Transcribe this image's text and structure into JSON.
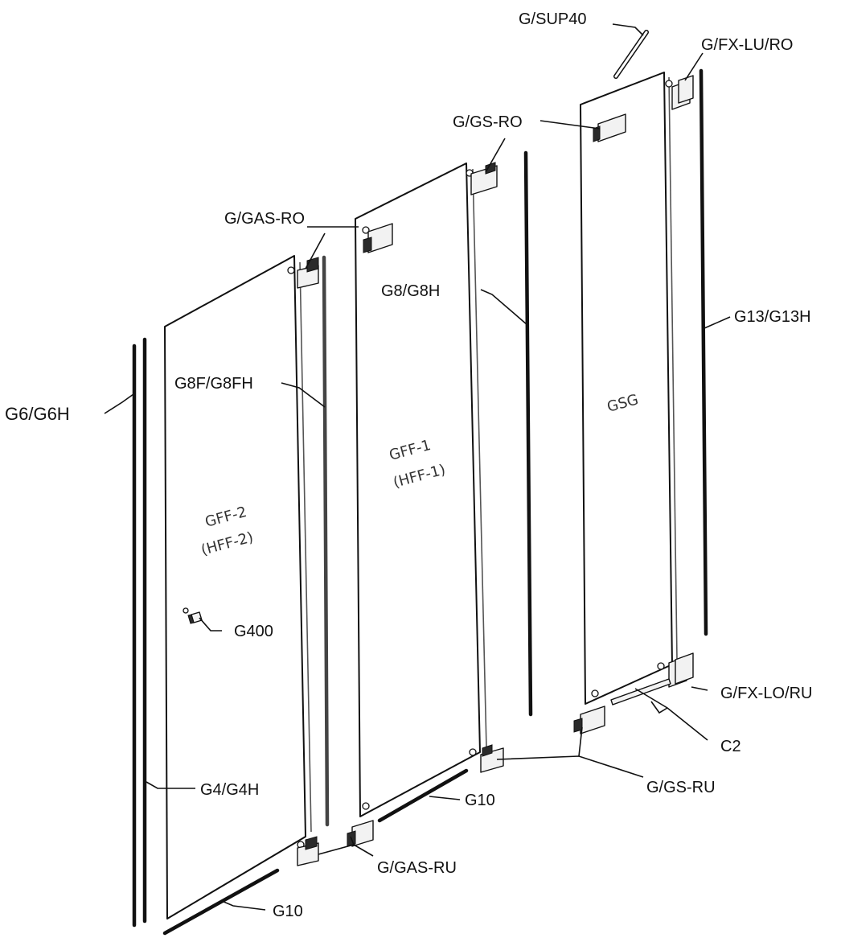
{
  "labels": {
    "sup40": "G/SUP40",
    "fx_lu_ro": "G/FX-LU/RO",
    "gs_ro": "G/GS-RO",
    "gas_ro": "G/GAS-RO",
    "g8_g8h": "G8/G8H",
    "g13_g13h": "G13/G13H",
    "g6_g6h": "G6/G6H",
    "g8f_g8fh": "G8F/G8FH",
    "g400": "G400",
    "fx_lo_ru": "G/FX-LO/RU",
    "c2": "C2",
    "gs_ru": "G/GS-RU",
    "g4_g4h": "G4/G4H",
    "g10_mid": "G10",
    "gas_ru": "G/GAS-RU",
    "g10_bottom": "G10"
  },
  "panels": {
    "gsg": "GSG",
    "gff1_line1": "GFF-1",
    "gff1_line2": "(HFF-1)",
    "gff2_line1": "GFF-2",
    "gff2_line2": "(HFF-2)"
  }
}
